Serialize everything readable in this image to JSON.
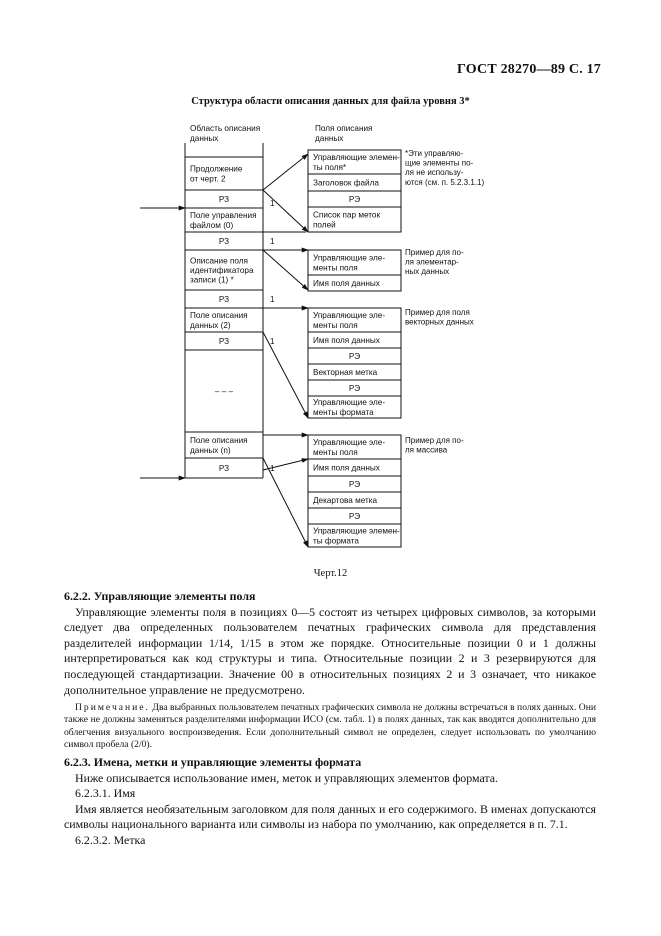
{
  "page_header": "ГОСТ 28270—89 С. 17",
  "diagram": {
    "title": "Структура области описания данных для файла уровня 3*",
    "col_left_header": [
      "Область описания",
      "данных"
    ],
    "col_right_header": [
      "Поля описания",
      "данных"
    ],
    "left_cells": [
      [
        "Продолжение",
        "от черт. 2"
      ],
      [
        "РЗ"
      ],
      [
        "Поле управления",
        "файлом (0)"
      ],
      [
        "РЗ"
      ],
      [
        "Описание поля",
        "идентификатора",
        "записи (1) *"
      ],
      [
        "РЗ"
      ],
      [
        "Поле описания",
        "данных (2)"
      ],
      [
        "РЗ"
      ],
      [
        "– – –"
      ],
      [
        "Поле описания",
        "данных (n)"
      ],
      [
        "РЗ"
      ]
    ],
    "groups": [
      {
        "cells": [
          [
            "Управляющие элемен-",
            "ты поля*"
          ],
          [
            "Заголовок файла"
          ],
          [
            "РЭ"
          ],
          [
            "Список пар меток",
            "полей"
          ]
        ],
        "note": [
          "*Эти управляю-",
          "щие элементы по-",
          "ля не использу-",
          "ются (см. п. 5.2.3.1.1)"
        ]
      },
      {
        "cells": [
          [
            "Управляющие эле-",
            "менты поля"
          ],
          [
            "Имя поля данных"
          ]
        ],
        "note": [
          "Пример для по-",
          "ля элементар-",
          "ных данных"
        ]
      },
      {
        "cells": [
          [
            "Управляющие эле-",
            "менты поля"
          ],
          [
            "Имя поля данных"
          ],
          [
            "РЭ"
          ],
          [
            "Векторная метка"
          ],
          [
            "РЭ"
          ],
          [
            "Управляющие эле-",
            "менты формата"
          ]
        ],
        "note": [
          "Пример для поля",
          "векторных данных"
        ]
      },
      {
        "cells": [
          [
            "Управляющие эле-",
            "менты поля"
          ],
          [
            "Имя поля данных"
          ],
          [
            "РЭ"
          ],
          [
            "Декартова метка"
          ],
          [
            "РЭ"
          ],
          [
            "Управляющие элемен-",
            "ты формата"
          ]
        ],
        "note": [
          "Пример для по-",
          "ля массива"
        ]
      }
    ],
    "arrow_labels": [
      "1",
      "1",
      "1",
      "1",
      "1"
    ],
    "caption": "Черт.12"
  },
  "text": {
    "s1_heading": "6.2.2.  Управляющие элементы поля",
    "s1_para": "Управляющие элементы поля в позициях 0—5 состоят из четырех цифровых символов, за которыми следует два определенных пользователем печатных графических символа для представления разделителей информации 1/14, 1/15 в этом же порядке. Относительные позиции 0 и 1 должны интерпретироваться как код структуры и типа. Относительные позиции 2 и 3 резервируются для последующей стандартизации. Значение 00 в относительных позициях 2 и 3 означает, что никакое дополнительное управление не предусмотрено.",
    "note_label": "Примечание.",
    "note_text": " Два выбранных пользователем печатных графических символа не должны встречаться в полях данных. Они также не должны заменяться разделителями информации ИСО (см. табл. 1) в полях данных, так как вводятся дополнительно для облегчения визуального воспроизведения. Если дополнительный символ не определен, следует использовать по умолчанию символ пробела (2/0).",
    "s2_heading": "6.2.3.  Имена, метки и управляющие элементы формата",
    "s2_intro": "Ниже описывается использование имен, меток и управляющих элементов формата.",
    "s3_heading": "6.2.3.1.  Имя",
    "s3_para": "Имя является необязательным заголовком для поля данных и его содержимого. В именах допускаются символы национального варианта или символы из набора по умолчанию, как определяется в п. 7.1.",
    "s4_heading": "6.2.3.2.  Метка"
  }
}
